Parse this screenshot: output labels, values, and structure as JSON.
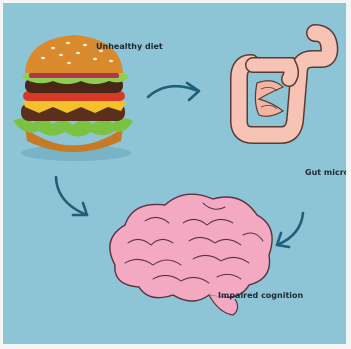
{
  "labels": {
    "unhealthy_diet": "Unhealthy diet",
    "gut_microbiota": "Gut microbiot",
    "impaired_cognition": "Impaired cognition"
  },
  "colors": {
    "background": "#8dc5d6",
    "arrow": "#1f5f78",
    "brain": "#f3a9c1",
    "intestine": "#f7c3b4",
    "bun": "#d98a2c",
    "tomato": "#d63a24",
    "lettuce": "#7cc242",
    "patty": "#5b2f1c",
    "cheese": "#f3c12a"
  },
  "icons": [
    "burger-icon",
    "intestine-icon",
    "brain-icon",
    "arrow-right-icon",
    "arrow-down-right-icon",
    "arrow-down-left-icon"
  ]
}
